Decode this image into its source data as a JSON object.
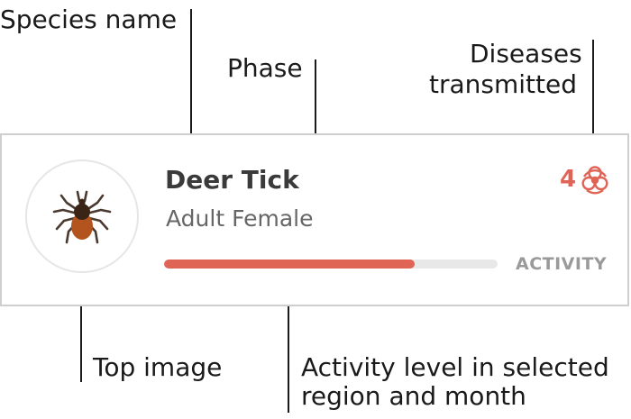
{
  "callouts": {
    "species_name": "Species name",
    "phase": "Phase",
    "diseases_line1": "Diseases",
    "diseases_line2": "transmitted",
    "top_image": "Top image",
    "activity_line1": "Activity level in selected",
    "activity_line2": "region and month"
  },
  "card": {
    "species": "Deer Tick",
    "phase": "Adult Female",
    "disease_count": "4",
    "disease_icon": "biohazard-icon",
    "activity_label": "ACTIVITY",
    "activity_level": 0.75,
    "image_icon": "tick-icon"
  },
  "colors": {
    "accent": "#e06456",
    "track": "#e8e8e8",
    "leader": "#1a1a1a",
    "tick_body": "#b3541e",
    "tick_scutum": "#3a2416",
    "tick_legs": "#4a3a30"
  }
}
